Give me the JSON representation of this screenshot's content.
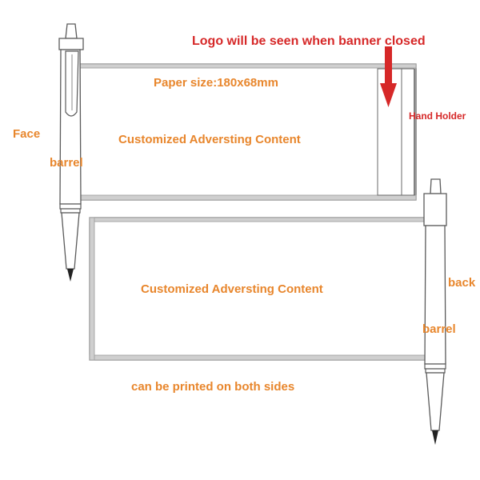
{
  "colors": {
    "label": "#e8862c",
    "annotation": "#d62828",
    "outline": "#5a5a5a",
    "banner_edge": "#b0b0b0"
  },
  "labels": {
    "logo_note": "Logo will be seen when banner closed",
    "paper_size": "Paper size:180x68mm",
    "hand_holder": "Hand Holder",
    "face": "Face",
    "front_barrel": "barrel",
    "front_content": "Customized  Adversting Content",
    "back": "back",
    "back_barrel": "barrel",
    "back_content": "Customized  Adversting Content",
    "both_sides": "can be printed on both sides"
  },
  "icons": {
    "logo_arrow": "down-arrow-icon",
    "front_pen": "pen-icon",
    "back_pen": "pen-icon"
  }
}
